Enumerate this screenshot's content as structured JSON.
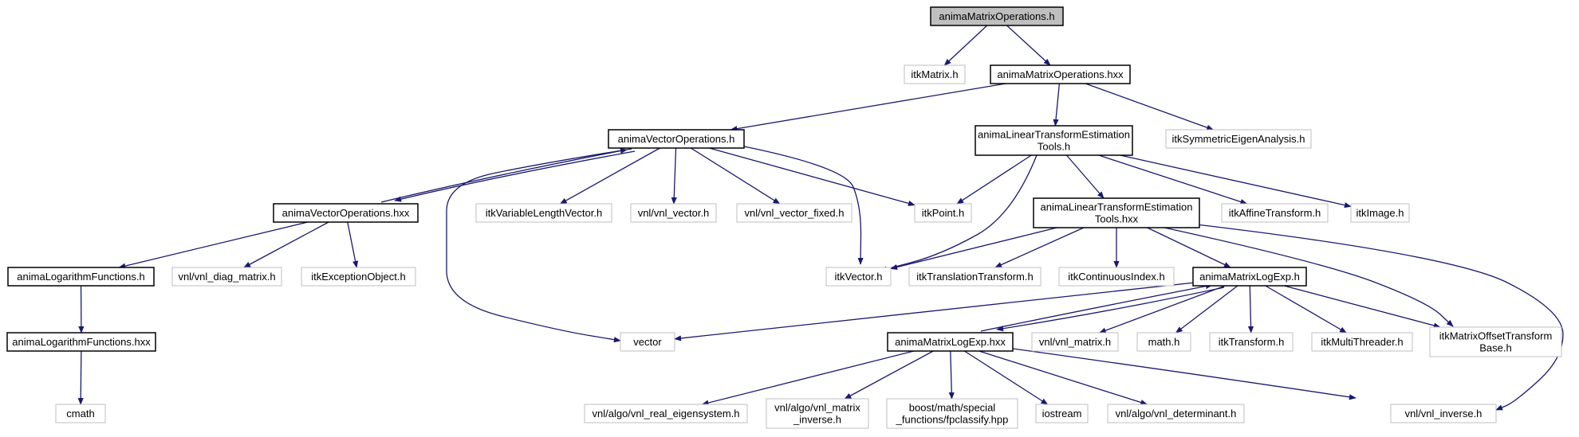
{
  "colors": {
    "edge": "#191970",
    "node_border_main": "#000000",
    "node_border_missing": "#bfbfbf",
    "root_fill": "#bfbfbf",
    "node_fill": "#ffffff",
    "text": "#000000"
  },
  "nodes": [
    {
      "id": "root",
      "lines": [
        "animaMatrixOperations.h"
      ],
      "kind": "root"
    },
    {
      "id": "itkMatrix",
      "lines": [
        "itkMatrix.h"
      ],
      "kind": "missing"
    },
    {
      "id": "amoHxx",
      "lines": [
        "animaMatrixOperations.hxx"
      ],
      "kind": "main"
    },
    {
      "id": "avoH",
      "lines": [
        "animaVectorOperations.h"
      ],
      "kind": "main"
    },
    {
      "id": "altetH",
      "lines": [
        "animaLinearTransformEstimation",
        "Tools.h"
      ],
      "kind": "main"
    },
    {
      "id": "itkSymEig",
      "lines": [
        "itkSymmetricEigenAnalysis.h"
      ],
      "kind": "missing"
    },
    {
      "id": "avoHxx",
      "lines": [
        "animaVectorOperations.hxx"
      ],
      "kind": "main"
    },
    {
      "id": "itkVLV",
      "lines": [
        "itkVariableLengthVector.h"
      ],
      "kind": "missing"
    },
    {
      "id": "vnlVector",
      "lines": [
        "vnl/vnl_vector.h"
      ],
      "kind": "missing"
    },
    {
      "id": "vnlVectorFixed",
      "lines": [
        "vnl/vnl_vector_fixed.h"
      ],
      "kind": "missing"
    },
    {
      "id": "itkPoint",
      "lines": [
        "itkPoint.h"
      ],
      "kind": "missing"
    },
    {
      "id": "altetHxx",
      "lines": [
        "animaLinearTransformEstimation",
        "Tools.hxx"
      ],
      "kind": "main"
    },
    {
      "id": "itkAffine",
      "lines": [
        "itkAffineTransform.h"
      ],
      "kind": "missing"
    },
    {
      "id": "itkImage",
      "lines": [
        "itkImage.h"
      ],
      "kind": "missing"
    },
    {
      "id": "alfH",
      "lines": [
        "animaLogarithmFunctions.h"
      ],
      "kind": "main"
    },
    {
      "id": "vnlDiag",
      "lines": [
        "vnl/vnl_diag_matrix.h"
      ],
      "kind": "missing"
    },
    {
      "id": "itkException",
      "lines": [
        "itkExceptionObject.h"
      ],
      "kind": "missing"
    },
    {
      "id": "itkVector",
      "lines": [
        "itkVector.h"
      ],
      "kind": "missing"
    },
    {
      "id": "itkTranslation",
      "lines": [
        "itkTranslationTransform.h"
      ],
      "kind": "missing"
    },
    {
      "id": "itkContIdx",
      "lines": [
        "itkContinuousIndex.h"
      ],
      "kind": "missing"
    },
    {
      "id": "amleH",
      "lines": [
        "animaMatrixLogExp.h"
      ],
      "kind": "main"
    },
    {
      "id": "alfHxx",
      "lines": [
        "animaLogarithmFunctions.hxx"
      ],
      "kind": "main"
    },
    {
      "id": "vector",
      "lines": [
        "vector"
      ],
      "kind": "missing"
    },
    {
      "id": "amleHxx",
      "lines": [
        "animaMatrixLogExp.hxx"
      ],
      "kind": "main"
    },
    {
      "id": "vnlMatrix",
      "lines": [
        "vnl/vnl_matrix.h"
      ],
      "kind": "missing"
    },
    {
      "id": "mathH",
      "lines": [
        "math.h"
      ],
      "kind": "missing"
    },
    {
      "id": "itkTransform",
      "lines": [
        "itkTransform.h"
      ],
      "kind": "missing"
    },
    {
      "id": "itkMT",
      "lines": [
        "itkMultiThreader.h"
      ],
      "kind": "missing"
    },
    {
      "id": "itkMOTB",
      "lines": [
        "itkMatrixOffsetTransform",
        "Base.h"
      ],
      "kind": "missing"
    },
    {
      "id": "cmath",
      "lines": [
        "cmath"
      ],
      "kind": "missing"
    },
    {
      "id": "vnlRealEig",
      "lines": [
        "vnl/algo/vnl_real_eigensystem.h"
      ],
      "kind": "missing"
    },
    {
      "id": "vnlMatInv",
      "lines": [
        "vnl/algo/vnl_matrix",
        "_inverse.h"
      ],
      "kind": "missing"
    },
    {
      "id": "boostFp",
      "lines": [
        "boost/math/special",
        "_functions/fpclassify.hpp"
      ],
      "kind": "missing"
    },
    {
      "id": "iostream",
      "lines": [
        "iostream"
      ],
      "kind": "missing"
    },
    {
      "id": "vnlDet",
      "lines": [
        "vnl/algo/vnl_determinant.h"
      ],
      "kind": "missing"
    },
    {
      "id": "vnlInverse",
      "lines": [
        "vnl/vnl_inverse.h"
      ],
      "kind": "missing"
    }
  ],
  "edges": [
    {
      "from": "root",
      "to": "itkMatrix"
    },
    {
      "from": "root",
      "to": "amoHxx"
    },
    {
      "from": "amoHxx",
      "to": "avoH"
    },
    {
      "from": "amoHxx",
      "to": "altetH"
    },
    {
      "from": "amoHxx",
      "to": "itkSymEig"
    },
    {
      "from": "avoH",
      "to": "avoHxx"
    },
    {
      "from": "avoHxx",
      "to": "avoH"
    },
    {
      "from": "avoH",
      "to": "itkVLV"
    },
    {
      "from": "avoH",
      "to": "vnlVector"
    },
    {
      "from": "avoH",
      "to": "vnlVectorFixed"
    },
    {
      "from": "avoH",
      "to": "itkPoint"
    },
    {
      "from": "avoH",
      "to": "itkVector"
    },
    {
      "from": "avoH",
      "to": "vector"
    },
    {
      "from": "avoHxx",
      "to": "alfH"
    },
    {
      "from": "avoHxx",
      "to": "vnlDiag"
    },
    {
      "from": "avoHxx",
      "to": "itkException"
    },
    {
      "from": "altetH",
      "to": "itkPoint"
    },
    {
      "from": "altetH",
      "to": "altetHxx"
    },
    {
      "from": "altetH",
      "to": "itkAffine"
    },
    {
      "from": "altetH",
      "to": "itkImage"
    },
    {
      "from": "altetH",
      "to": "itkVector"
    },
    {
      "from": "altetHxx",
      "to": "itkVector"
    },
    {
      "from": "altetHxx",
      "to": "itkTranslation"
    },
    {
      "from": "altetHxx",
      "to": "itkContIdx"
    },
    {
      "from": "altetHxx",
      "to": "amleH"
    },
    {
      "from": "altetHxx",
      "to": "itkMOTB"
    },
    {
      "from": "altetHxx",
      "to": "vnlInverse"
    },
    {
      "from": "alfH",
      "to": "alfHxx"
    },
    {
      "from": "alfHxx",
      "to": "cmath"
    },
    {
      "from": "amleH",
      "to": "vector"
    },
    {
      "from": "amleH",
      "to": "amleHxx"
    },
    {
      "from": "amleHxx",
      "to": "amleH"
    },
    {
      "from": "amleH",
      "to": "vnlMatrix"
    },
    {
      "from": "amleH",
      "to": "mathH"
    },
    {
      "from": "amleH",
      "to": "itkTransform"
    },
    {
      "from": "amleH",
      "to": "itkMT"
    },
    {
      "from": "amleH",
      "to": "itkMOTB"
    },
    {
      "from": "amleHxx",
      "to": "vnlRealEig"
    },
    {
      "from": "amleHxx",
      "to": "vnlMatInv"
    },
    {
      "from": "amleHxx",
      "to": "boostFp"
    },
    {
      "from": "amleHxx",
      "to": "iostream"
    },
    {
      "from": "amleHxx",
      "to": "vnlDet"
    },
    {
      "from": "amleHxx",
      "to": "vnlInverse"
    }
  ]
}
